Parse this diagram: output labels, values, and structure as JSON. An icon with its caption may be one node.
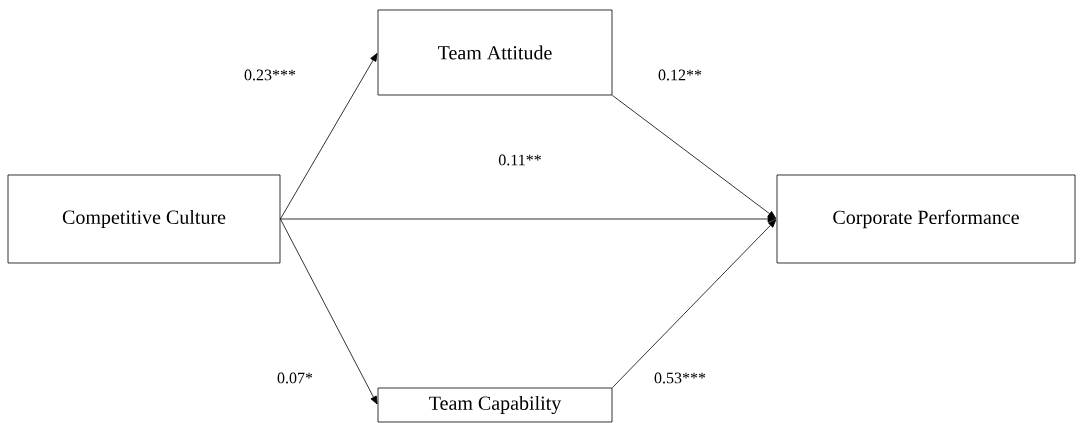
{
  "diagram": {
    "nodes": [
      {
        "text": [
          "Competitive Culture"
        ]
      },
      {
        "text": [
          "Team Attitude"
        ]
      },
      {
        "text": [
          "Team Capability"
        ]
      },
      {
        "text": [
          "Corporate Performance"
        ]
      }
    ],
    "edges": [
      {
        "from": 0,
        "to": 1,
        "arrow": "to",
        "label": "0.23***"
      },
      {
        "from": 1,
        "to": 3,
        "arrow": "to",
        "label": "0.12**"
      },
      {
        "from": 0,
        "to": 3,
        "arrow": "to",
        "label": "0.11**"
      },
      {
        "from": 0,
        "to": 2,
        "arrow": "to",
        "label": "0.07*"
      },
      {
        "from": 2,
        "to": 3,
        "arrow": "to",
        "label": "0.53***"
      }
    ]
  }
}
